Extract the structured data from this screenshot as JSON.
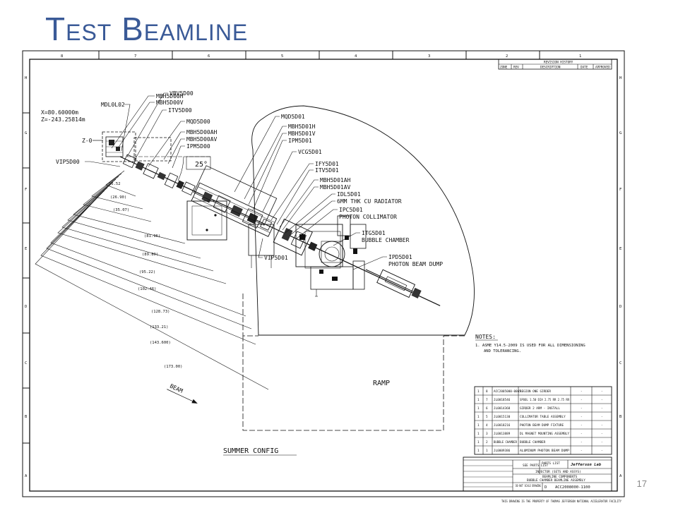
{
  "slide": {
    "title": "Test Beamline",
    "page_number": "17"
  },
  "drawing": {
    "ruler_top": [
      "8",
      "7",
      "6",
      "5",
      "4",
      "3",
      "2",
      "1"
    ],
    "ruler_side": [
      "H",
      "G",
      "F",
      "E",
      "D",
      "C",
      "B",
      "A"
    ],
    "coordinates": {
      "x": "X=80.60000m",
      "z": "Z=-243.25814m"
    },
    "z_zero": "Z-0",
    "angle": "25°",
    "components": {
      "mbh5d00h": "MBH5D00H",
      "mbh5d00v": "MBH5D00V",
      "mdl0l02": "MDL0L02",
      "vbv5d00": "VBV5D00",
      "itv5d00": "ITV5D00",
      "mqd5d00": "MQD5D00",
      "mbh5d00ah": "MBH5D00AH",
      "mbh5d00av": "MBH5D00AV",
      "ipm5d00": "IPM5D00",
      "vip5d00": "VIP5D00",
      "mqd5d01": "MQD5D01",
      "mbh5d01h": "MBH5D01H",
      "mbh5d01v": "MBH5D01V",
      "ipm5d01": "IPM5D01",
      "vcg5d01": "VCG5D01",
      "ify5d01": "IFY5D01",
      "itv5d01": "ITV5D01",
      "mbh5d01ah": "MBH5D01AH",
      "mbh5d01av": "MBH5D01AV",
      "idl5d01": "IDL5D01",
      "radiator": "6MM THK CU RADIATOR",
      "ipc5d01": "IPC5D01",
      "collimator": "PHOTON COLLIMATOR",
      "itg5d01": "ITG5D01",
      "bubble_chamber": "BUBBLE CHAMBER",
      "ipd5d01": "IPD5D01",
      "beam_dump": "PHOTON BEAM DUMP",
      "vip5d01": "VIP5D01"
    },
    "dimensions": [
      "16.52",
      "(26.90)",
      "(35.07)",
      "(81.96)",
      "(89.80)",
      "(95.22)",
      "(102.46)",
      "(128.73)",
      "(133.21)",
      "(143.600)",
      "(173.00)"
    ],
    "beam_label": "BEAM",
    "ramp_label": "RAMP",
    "config_label": "SUMMER CONFIG",
    "notes": {
      "heading": "NOTES:",
      "line1": "1. ASME Y14.5-2009 IS USED FOR ALL DIMENSIONING",
      "line2": "AND TOLERANCING."
    },
    "revision_header": "REVISION HISTORY",
    "revision_cols": [
      "ZONE",
      "REV",
      "DESCRIPTION",
      "DATE",
      "APPROVED"
    ],
    "parts_list": [
      {
        "item": "8",
        "qty": "1",
        "part": "ACC2005000-0065",
        "desc": "REGION ONE GIRDER",
        "v1": "-",
        "v2": "-"
      },
      {
        "item": "7",
        "qty": "1",
        "part": "JL0018546",
        "desc": "SPOOL 1.50 DIA 2.75 RR 2.75 RR",
        "v1": "-",
        "v2": "-"
      },
      {
        "item": "6",
        "qty": "1",
        "part": "JL0014368",
        "desc": "GIRDER 2 ARM - INSTALL",
        "v1": "-",
        "v2": "-"
      },
      {
        "item": "5",
        "qty": "1",
        "part": "JL0015130",
        "desc": "COLLIMATOR TABLE ASSEMBLY",
        "v1": "-",
        "v2": "-"
      },
      {
        "item": "4",
        "qty": "1",
        "part": "JL0018216",
        "desc": "PHOTON BEAM DUMP FIXTURE",
        "v1": "-",
        "v2": "-"
      },
      {
        "item": "3",
        "qty": "1",
        "part": "JL0013889",
        "desc": "DL MAGNET MOUNTING ASSEMBLY",
        "v1": "-",
        "v2": "-"
      },
      {
        "item": "2",
        "qty": "1",
        "part": "BUBBLE CHAMBER",
        "desc": "BUBBLE CHAMBER",
        "v1": "-",
        "v2": "-"
      },
      {
        "item": "1",
        "qty": "1",
        "part": "JL0009386",
        "desc": "ALUMINUM PHOTON BEAM DUMP",
        "v1": "-",
        "v2": "-"
      }
    ],
    "parts_list_label": "PARTS LIST",
    "see_parts_list": "SEE PARTS LIST",
    "lab_name": "Jefferson Lab",
    "title_block": {
      "line1": "INJECTOR (SETS AND ASSYS)",
      "line2": "BEAMLINE COMPONENTS",
      "line3": "BUBBLE CHAMBER BEAMLINE ASSEMBLY"
    },
    "drawing_number": "ACC2008000-1100",
    "do_not_scale": "DO NOT SCALE DRAWING",
    "size": "D",
    "footer_note": "THIS DRAWING IS THE PROPERTY OF THOMAS JEFFERSON NATIONAL ACCELERATOR FACILITY"
  }
}
